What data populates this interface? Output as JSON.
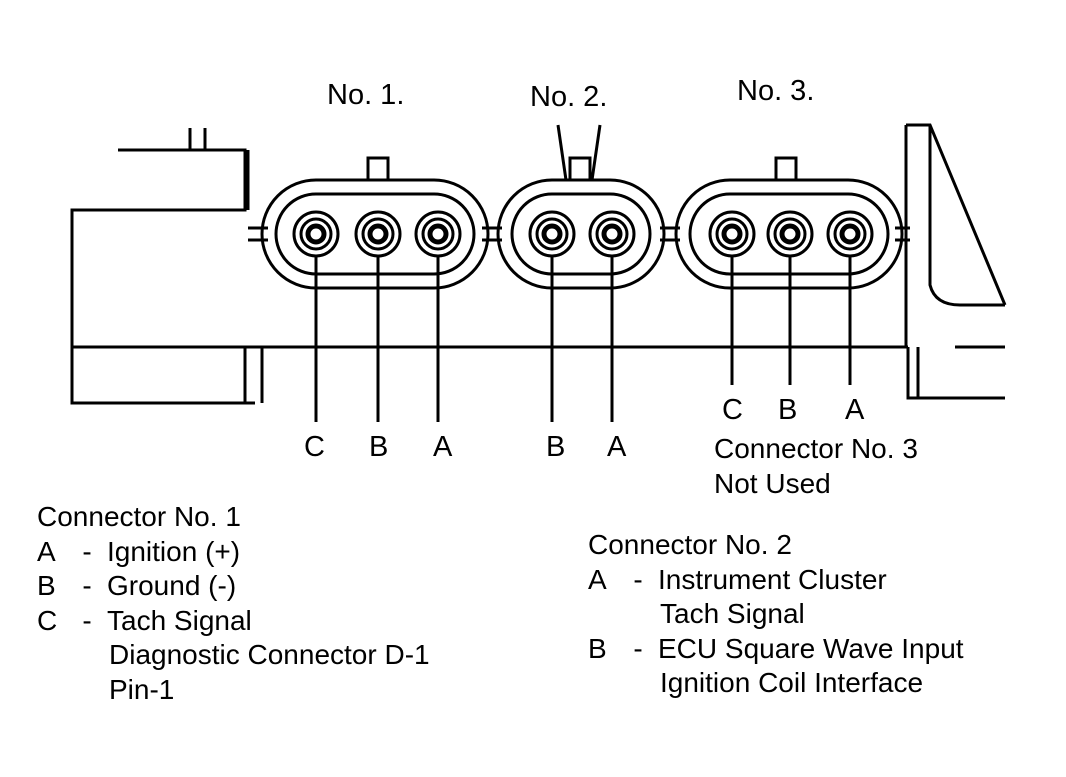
{
  "connectors": [
    {
      "id": "no1",
      "title": "No.  1.",
      "pins": [
        "C",
        "B",
        "A"
      ]
    },
    {
      "id": "no2",
      "title": "No.  2.",
      "pins": [
        "B",
        "A"
      ]
    },
    {
      "id": "no3",
      "title": "No.  3.",
      "pins": [
        "C",
        "B",
        "A"
      ]
    }
  ],
  "note_no3": {
    "line1": "Connector No. 3",
    "line2": "Not Used"
  },
  "legend_no1": {
    "heading": "Connector No. 1",
    "dash": "-",
    "items": [
      {
        "key": "A",
        "lines": [
          "Ignition (+)"
        ]
      },
      {
        "key": "B",
        "lines": [
          "Ground (-)"
        ]
      },
      {
        "key": "C",
        "lines": [
          "Tach Signal",
          "Diagnostic Connector D-1",
          "Pin-1"
        ]
      }
    ]
  },
  "legend_no2": {
    "heading": "Connector No. 2",
    "dash": "-",
    "items": [
      {
        "key": "A",
        "lines": [
          "Instrument Cluster",
          "Tach Signal"
        ]
      },
      {
        "key": "B",
        "lines": [
          "ECU Square Wave Input",
          "Ignition Coil Interface"
        ]
      }
    ]
  }
}
